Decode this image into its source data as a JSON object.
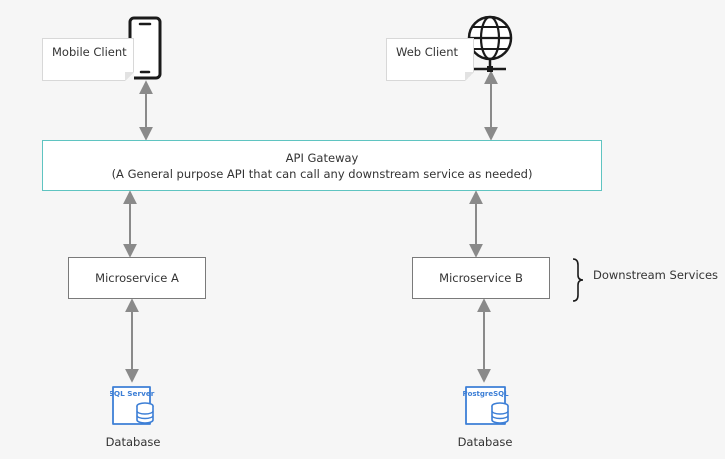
{
  "clients": {
    "mobile": {
      "label": "Mobile Client",
      "icon": "smartphone-icon"
    },
    "web": {
      "label": "Web Client",
      "icon": "globe-network-icon"
    }
  },
  "gateway": {
    "title": "API Gateway",
    "subtitle": "(A General purpose API that can call any downstream service as needed)"
  },
  "services": {
    "a": {
      "label": "Microservice A"
    },
    "b": {
      "label": "Microservice B"
    },
    "group_label": "Downstream Services"
  },
  "databases": {
    "a": {
      "label": "Database",
      "badge": "SQL Server"
    },
    "b": {
      "label": "Database",
      "badge": "PostgreSQL"
    }
  },
  "colors": {
    "gateway_border": "#5fc4c1",
    "box_border": "#7a7a7a",
    "arrow": "#8a8a8a",
    "db_icon": "#3d7fd6",
    "background": "#f6f6f6"
  }
}
